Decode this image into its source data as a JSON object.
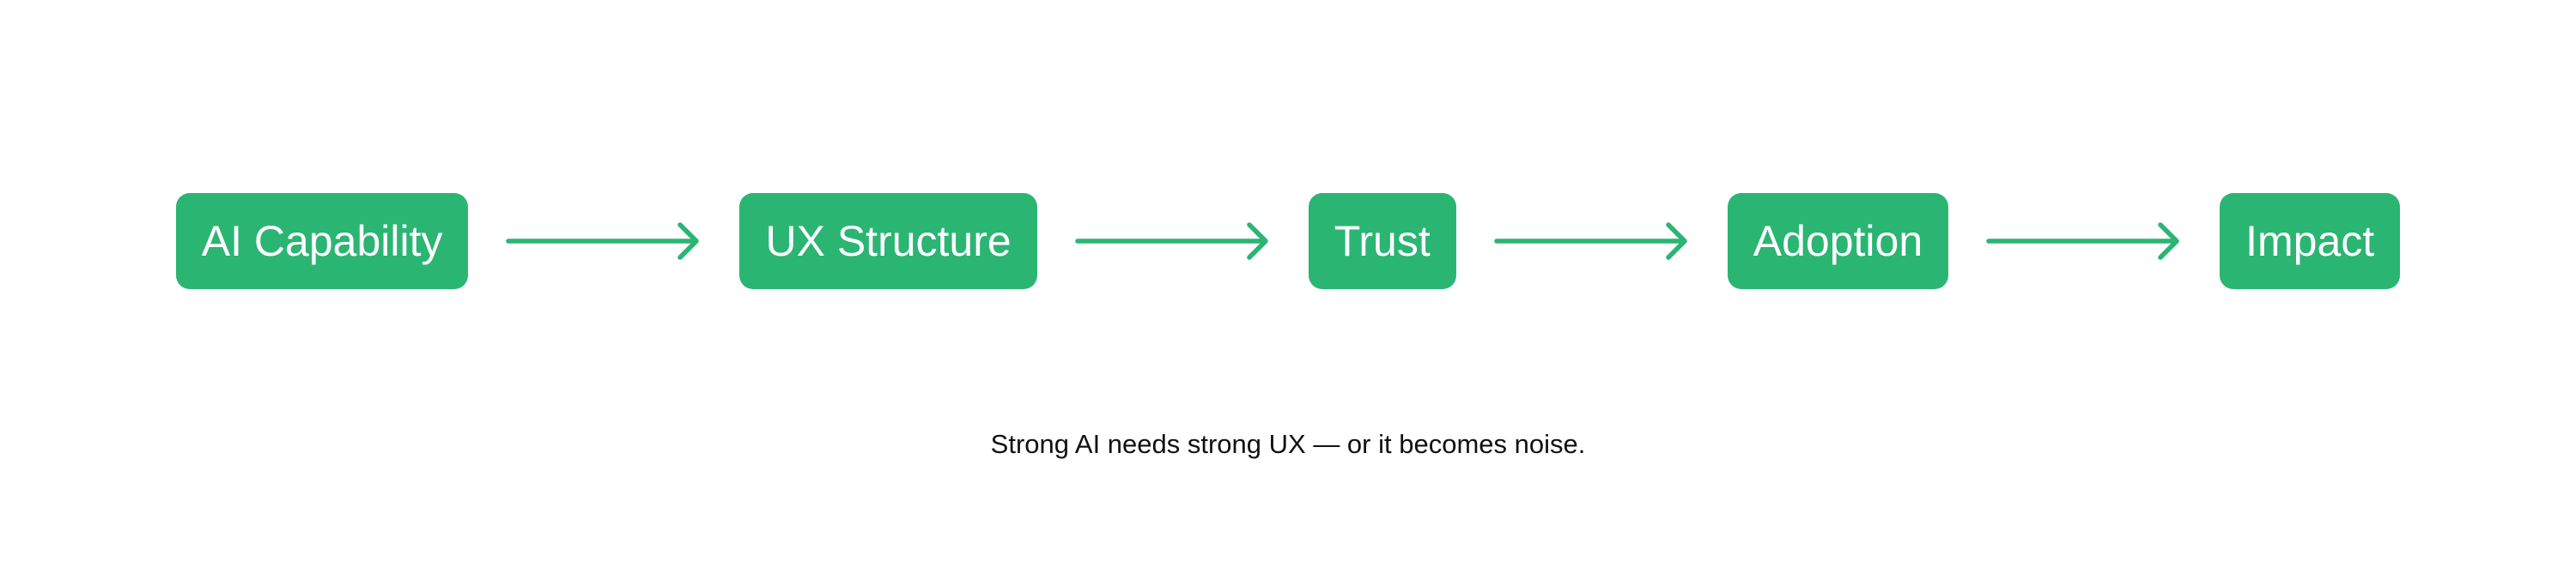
{
  "diagram": {
    "nodes": [
      {
        "id": "ai-capability",
        "label": "AI Capability"
      },
      {
        "id": "ux-structure",
        "label": "UX Structure"
      },
      {
        "id": "trust",
        "label": "Trust"
      },
      {
        "id": "adoption",
        "label": "Adoption"
      },
      {
        "id": "impact",
        "label": "Impact"
      }
    ],
    "connector": "arrow-right",
    "caption": "Strong AI needs strong UX — or it becomes noise."
  },
  "colors": {
    "node_fill": "#2bb573",
    "node_text": "#ffffff",
    "arrow": "#2bb573",
    "caption_text": "#111111",
    "background": "#ffffff"
  }
}
